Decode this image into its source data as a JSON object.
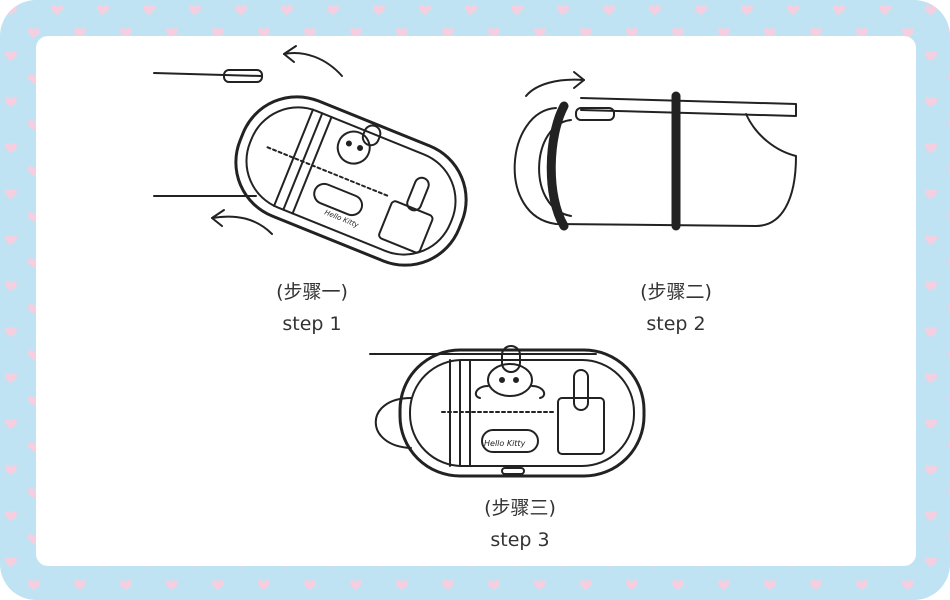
{
  "colors": {
    "frame": "#bfe3f2",
    "hearts": "#f5cfe0",
    "card": "#ffffff",
    "ink": "#222222",
    "text": "#333333"
  },
  "steps": [
    {
      "label_zh": "(步骤一)",
      "label_en": "step 1"
    },
    {
      "label_zh": "(步骤二)",
      "label_en": "step 2"
    },
    {
      "label_zh": "(步骤三)",
      "label_en": "step 3"
    }
  ],
  "brand_text": "Hello Kitty",
  "icons": [
    "rotate-arrow-icon",
    "strap-icon",
    "sun-visor-icon",
    "visor-organizer-icon",
    "hello-kitty-face-icon"
  ]
}
